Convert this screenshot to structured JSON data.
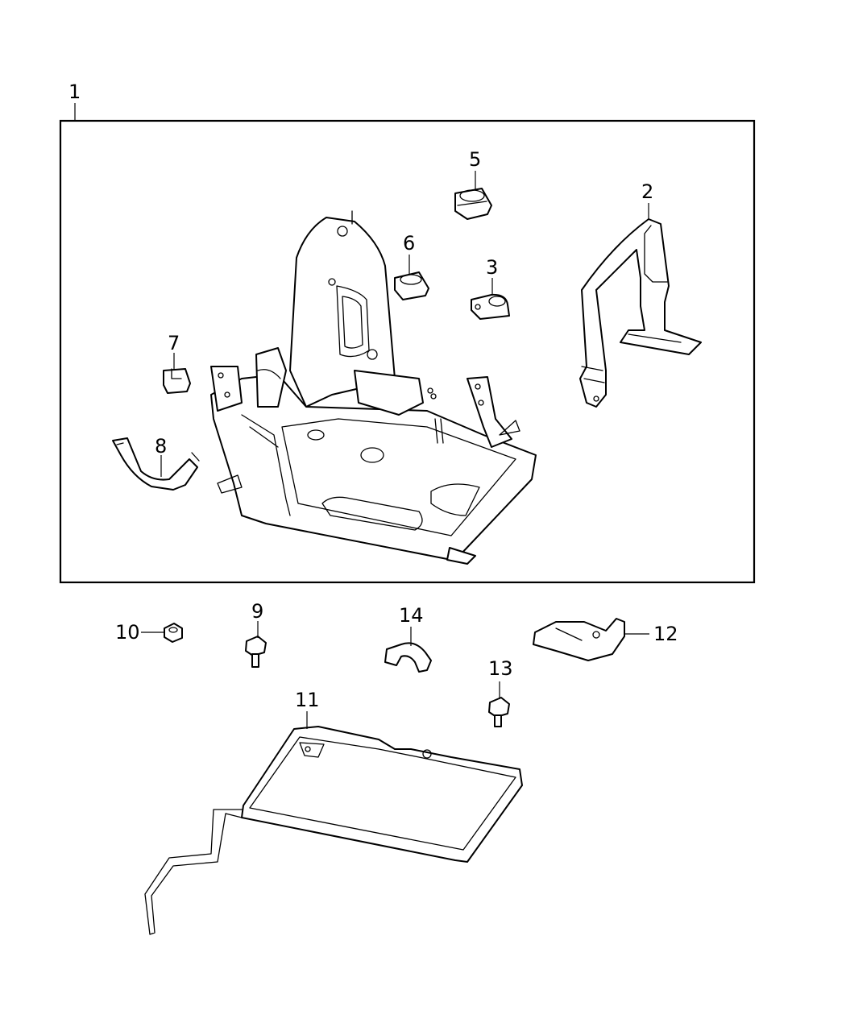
{
  "callouts": {
    "c1": "1",
    "c2": "2",
    "c3": "3",
    "c4": "5",
    "c5": "6",
    "c6": "7",
    "c7": "8",
    "c8": "9",
    "c9": "10",
    "c10": "11",
    "c11": "12",
    "c12": "13",
    "c13": "14"
  }
}
